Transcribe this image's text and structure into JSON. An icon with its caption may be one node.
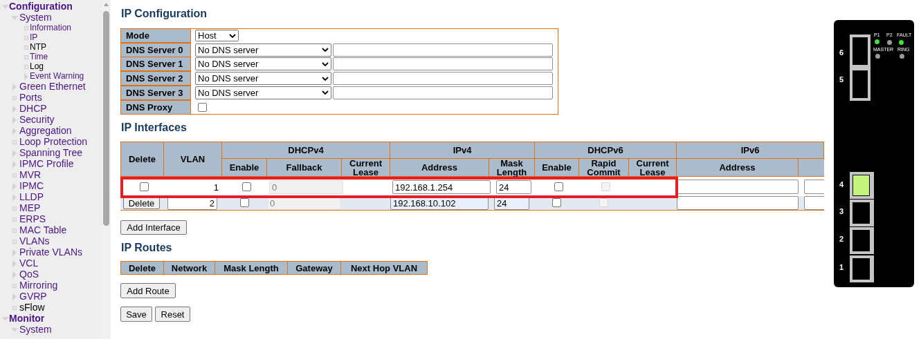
{
  "diagram": {
    "nodes": [
      {
        "text": [
          "Configuration",
          "System",
          "Information",
          "IP",
          "NTP",
          "Time",
          "Log",
          "Event Warning",
          "Green Ethernet",
          "Ports",
          "DHCP",
          "Security",
          "Aggregation",
          "Loop Protection",
          "Spanning Tree",
          "IPMC Profile",
          "MVR",
          "IPMC",
          "LLDP",
          "MEP",
          "ERPS",
          "MAC Table",
          "VLANs",
          "Private VLANs",
          "VCL",
          "QoS",
          "Mirroring",
          "GVRP",
          "sFlow",
          "Monitor",
          "System"
        ]
      },
      {
        "text": [
          "IP Configuration",
          "Mode",
          "Host",
          "DNS Server 0",
          "No DNS server",
          "DNS Server 1",
          "No DNS server",
          "DNS Server 2",
          "No DNS server",
          "DNS Server 3",
          "No DNS server",
          "DNS Proxy"
        ]
      },
      {
        "text": [
          "IP Interfaces",
          "Delete",
          "VLAN",
          "DHCPv4",
          "IPv4",
          "DHCPv6",
          "IPv6",
          "Enable",
          "Fallback",
          "Current Lease",
          "Address",
          "Mask Length",
          "Enable",
          "Rapid Commit",
          "Current Lease",
          "Address",
          "Delete",
          "2",
          "0",
          "192.168.10.102",
          "24",
          "Add Interface"
        ]
      },
      {
        "text": [
          "1",
          "0",
          "192.168.1.254",
          "24"
        ],
        "in": 2
      },
      {
        "text": [
          "IP Routes",
          "Delete",
          "Network",
          "Mask Length",
          "Gateway",
          "Next Hop VLAN",
          "Add Route"
        ]
      },
      {
        "text": [
          "P1",
          "P2",
          "FAULT",
          "MASTER",
          "RING",
          "6",
          "5",
          "4",
          "3",
          "2",
          "1"
        ]
      }
    ],
    "labels": [
      "Save",
      "Reset"
    ]
  }
}
